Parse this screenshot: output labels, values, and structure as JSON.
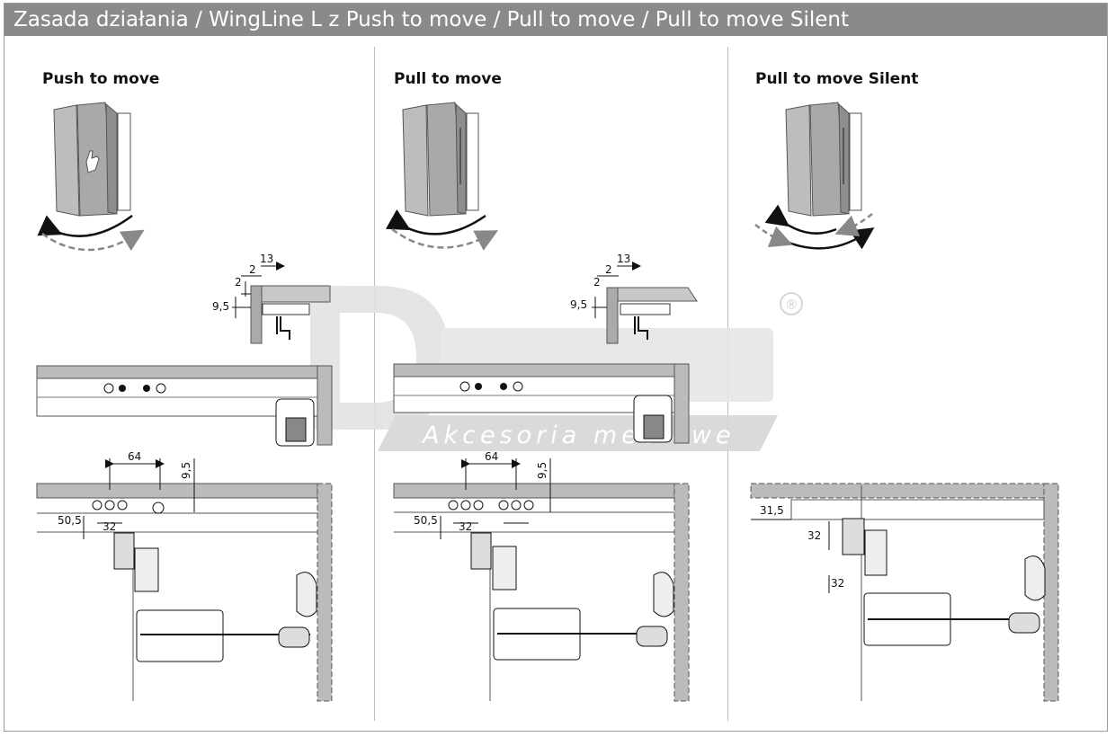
{
  "header": {
    "title": "Zasada działania / WingLine L z Push to move / Pull to move / Pull to move Silent"
  },
  "panels": [
    {
      "title": "Push to move",
      "dims": {
        "top_a": "13",
        "top_b": "2",
        "side_a": "2",
        "side_b": "9,5",
        "spacing": "64",
        "offset": "50,5",
        "hole": "32",
        "depth": "9,5"
      }
    },
    {
      "title": "Pull to move",
      "dims": {
        "top_a": "13",
        "top_b": "2",
        "side_a": "2",
        "side_b": "9,5",
        "spacing": "64",
        "offset": "50,5",
        "hole": "32",
        "depth": "9,5"
      }
    },
    {
      "title": "Pull to move Silent",
      "dims": {
        "offset": "31,5",
        "hole_a": "32",
        "hole_b": "32"
      }
    }
  ],
  "watermark": {
    "reg": "®",
    "tagline": "Akcesoria meblowe"
  },
  "colors": {
    "header_bg": "#8a8a8a",
    "door": "#b4b4b4",
    "door_dark": "#8e8e8e",
    "arrow_dash": "#888888",
    "watermark": "#d8d8d8"
  }
}
